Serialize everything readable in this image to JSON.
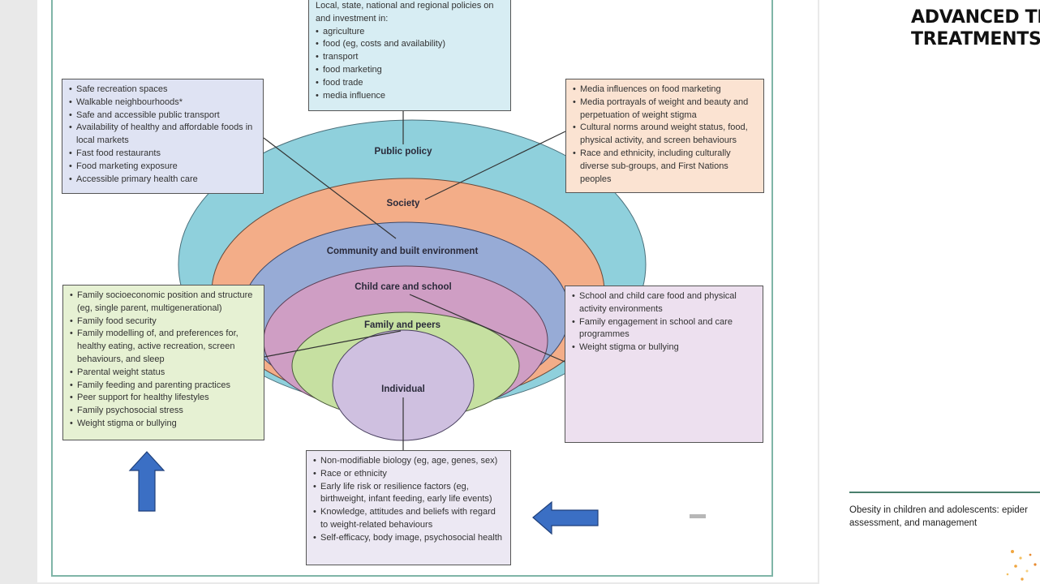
{
  "diagram": {
    "rings": [
      {
        "id": "public-policy",
        "label": "Public policy",
        "color": "#8fd0dc"
      },
      {
        "id": "society",
        "label": "Society",
        "color": "#f3ad88"
      },
      {
        "id": "community",
        "label": "Community and built environment",
        "color": "#97abd6"
      },
      {
        "id": "child-care-school",
        "label": "Child care and school",
        "color": "#cf9ec4"
      },
      {
        "id": "family-peers",
        "label": "Family and peers",
        "color": "#c6e0a1"
      },
      {
        "id": "individual",
        "label": "Individual",
        "color": "#cfc0e0"
      }
    ],
    "policy_box": {
      "intro": "Local, state, national and regional policies on and investment in:",
      "items": [
        "agriculture",
        "food (eg, costs and availability)",
        "transport",
        "food marketing",
        "food trade",
        "media influence"
      ]
    },
    "community_box": {
      "items": [
        "Safe recreation spaces",
        "Walkable neighbourhoods*",
        "Safe and accessible public transport",
        "Availability of healthy and affordable foods in local markets",
        "Fast food restaurants",
        "Food marketing exposure",
        "Accessible primary health care"
      ]
    },
    "society_box": {
      "items": [
        "Media influences on food marketing",
        "Media portrayals of weight and beauty and perpetuation of weight stigma",
        "Cultural norms around weight status, food, physical activity, and screen behaviours",
        "Race and ethnicity, including culturally diverse sub-groups, and First Nations peoples"
      ]
    },
    "family_box": {
      "items": [
        "Family socioeconomic position and structure (eg, single parent, multigenerational)",
        "Family food security",
        "Family modelling of, and preferences for, healthy eating, active recreation, screen behaviours, and sleep",
        "Parental weight status",
        "Family feeding and parenting practices",
        "Peer support for healthy lifestyles",
        "Family psychosocial stress",
        "Weight stigma or bullying"
      ]
    },
    "school_box": {
      "items": [
        "School and child care food and physical activity environments",
        "Family engagement in school and care programmes",
        "Weight stigma or bullying"
      ]
    },
    "individual_box": {
      "items": [
        "Non-modifiable biology (eg, age, genes, sex)",
        "Race or ethnicity",
        "Early life risk or resilience factors (eg, birthweight, infant feeding, early life events)",
        "Knowledge, attitudes and beliefs with regard to weight-related behaviours",
        "Self-efficacy, body image, psychosocial health"
      ]
    }
  },
  "annotations": {
    "arrow_color": "#3b6fc4",
    "up_arrow_icon": "arrow-up-icon",
    "left_arrow_icon": "arrow-left-icon"
  },
  "sidebar": {
    "heading_line1": "ADVANCED TEC",
    "heading_line2": "TREATMENTS I",
    "article_title_line1": "Obesity in children and adolescents: epider",
    "article_title_line2": "assessment, and management",
    "rule_color": "#4a7f6d"
  }
}
